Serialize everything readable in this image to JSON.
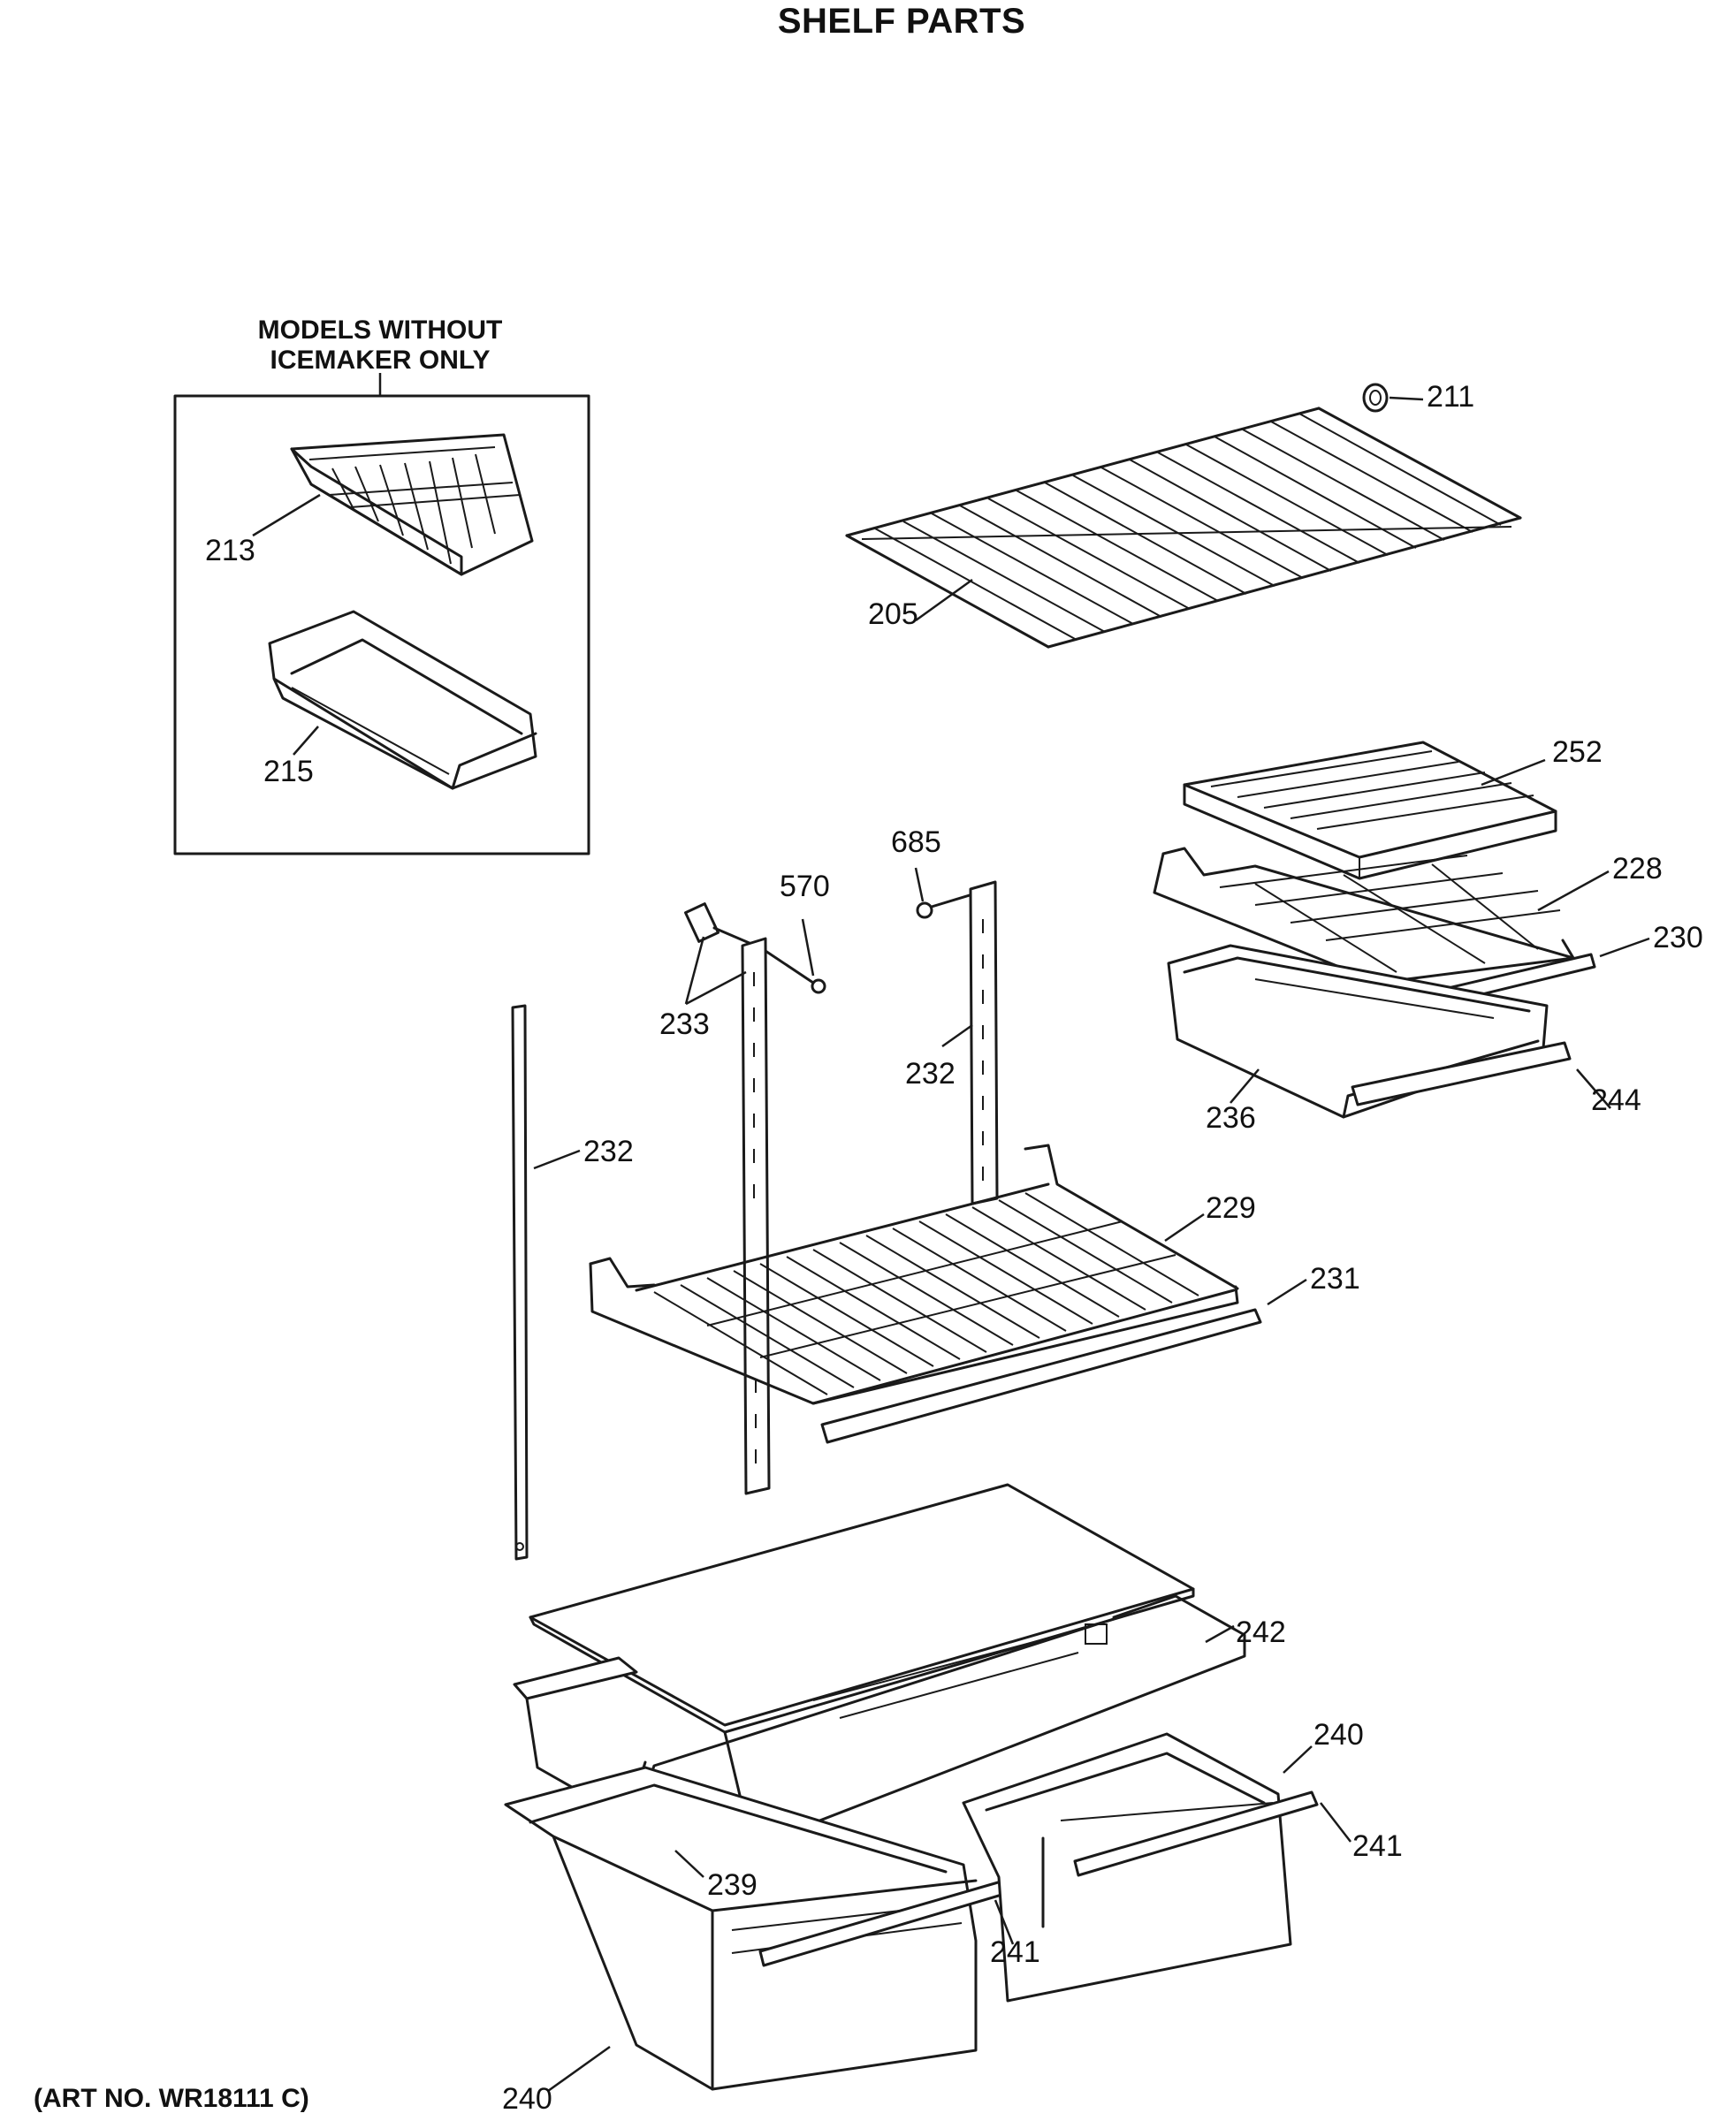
{
  "title": "SHELF PARTS",
  "inset": {
    "caption_line1": "MODELS WITHOUT",
    "caption_line2": "ICEMAKER ONLY"
  },
  "art_number": "(ART NO. WR18111 C)",
  "callouts": {
    "p211": "211",
    "p213": "213",
    "p205": "205",
    "p215": "215",
    "p252": "252",
    "p685": "685",
    "p228": "228",
    "p570": "570",
    "p230": "230",
    "p233": "233",
    "p232a": "232",
    "p244": "244",
    "p236": "236",
    "p232b": "232",
    "p229": "229",
    "p231": "231",
    "p242": "242",
    "p240a": "240",
    "p241a": "241",
    "p239": "239",
    "p241b": "241",
    "p240b": "240"
  }
}
